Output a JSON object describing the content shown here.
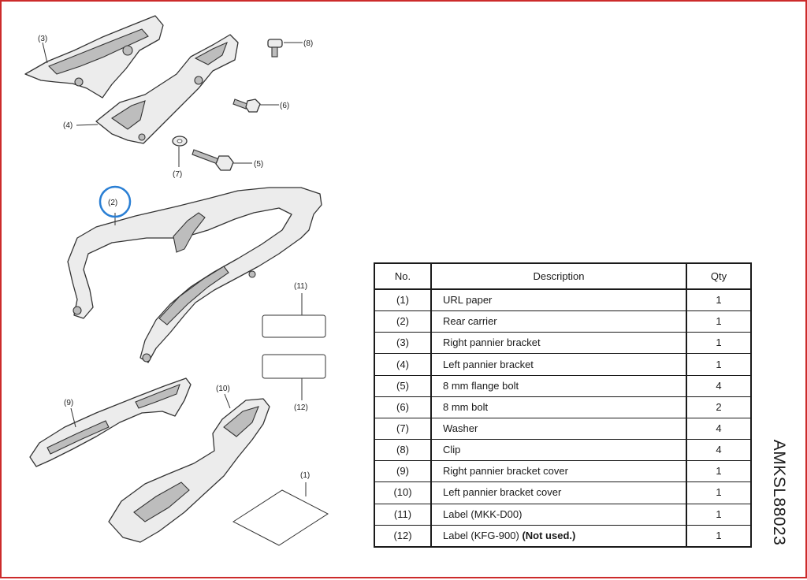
{
  "diagram": {
    "callouts": [
      {
        "id": "c3",
        "label": "(3)"
      },
      {
        "id": "c8",
        "label": "(8)"
      },
      {
        "id": "c6",
        "label": "(6)"
      },
      {
        "id": "c4",
        "label": "(4)"
      },
      {
        "id": "c7",
        "label": "(7)"
      },
      {
        "id": "c5",
        "label": "(5)"
      },
      {
        "id": "c2",
        "label": "(2)"
      },
      {
        "id": "c11",
        "label": "(11)"
      },
      {
        "id": "c12",
        "label": "(12)"
      },
      {
        "id": "c9",
        "label": "(9)"
      },
      {
        "id": "c10",
        "label": "(10)"
      },
      {
        "id": "c1",
        "label": "(1)"
      }
    ],
    "highlight_color": "#2a7fd4"
  },
  "table": {
    "headers": {
      "no": "No.",
      "description": "Description",
      "qty": "Qty"
    },
    "rows": [
      {
        "no": "(1)",
        "description": "URL paper",
        "qty": "1"
      },
      {
        "no": "(2)",
        "description": "Rear carrier",
        "qty": "1"
      },
      {
        "no": "(3)",
        "description": "Right pannier bracket",
        "qty": "1"
      },
      {
        "no": "(4)",
        "description": "Left pannier bracket",
        "qty": "1"
      },
      {
        "no": "(5)",
        "description": "8 mm flange bolt",
        "qty": "4"
      },
      {
        "no": "(6)",
        "description": "8 mm bolt",
        "qty": "2"
      },
      {
        "no": "(7)",
        "description": "Washer",
        "qty": "4"
      },
      {
        "no": "(8)",
        "description": "Clip",
        "qty": "4"
      },
      {
        "no": "(9)",
        "description": "Right pannier bracket cover",
        "qty": "1"
      },
      {
        "no": "(10)",
        "description": "Left pannier bracket cover",
        "qty": "1"
      },
      {
        "no": "(11)",
        "description": "Label (MKK-D00)",
        "qty": "1"
      },
      {
        "no": "(12)",
        "description": "Label (KFG-900)",
        "note": "(Not used.)",
        "qty": "1"
      }
    ]
  },
  "doc_code": "AMKSL88023",
  "colors": {
    "frame_border": "#cc2b2b",
    "line": "#333333"
  }
}
